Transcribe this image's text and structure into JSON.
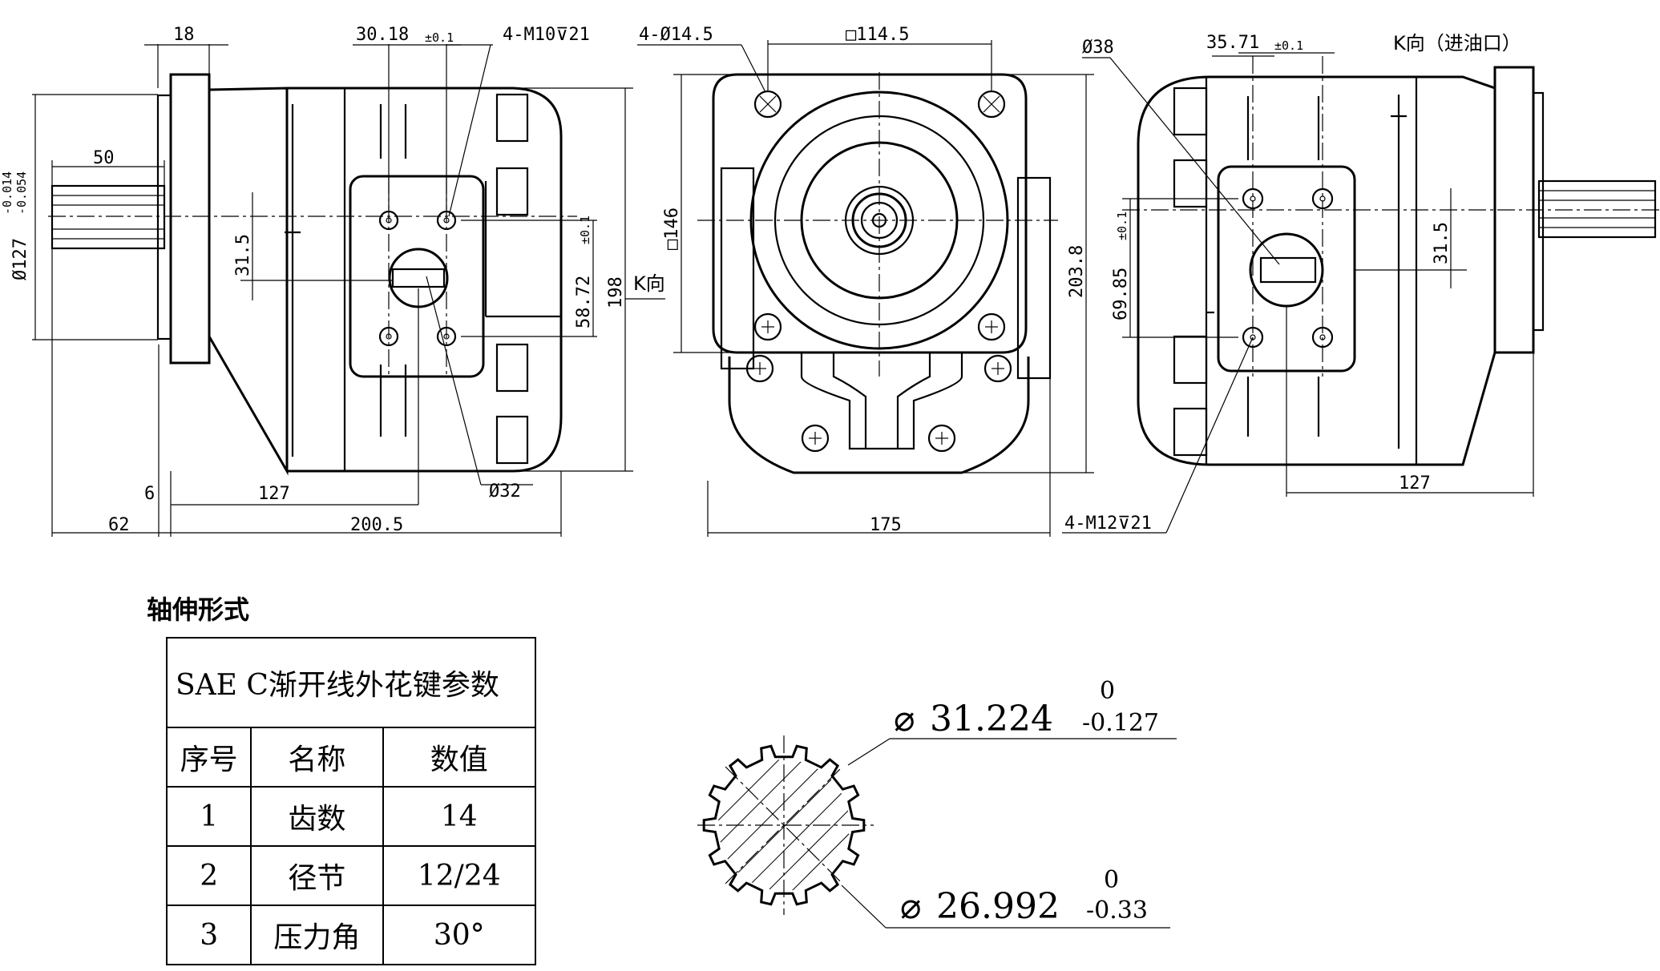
{
  "dims": {
    "d18": "18",
    "d30_18": "30.18",
    "tol_01": "±0.1",
    "m10": "4-M10",
    "depth21": "21",
    "d_phi127": "Ø127",
    "tol_127_upper": "-0.014",
    "tol_127_lower": "-0.054",
    "d50": "50",
    "d31_5": "31.5",
    "d58_72": "58.72",
    "d198": "198",
    "k_dir": "K向",
    "d6": "6",
    "d127": "127",
    "d62": "62",
    "d200_5": "200.5",
    "d_phi32": "Ø32",
    "holes_14_5": "4-Ø14.5",
    "sq114_5": "□114.5",
    "sq146": "□146",
    "d203_8": "203.8",
    "d175": "175",
    "m12": "4-M12",
    "d_phi38": "Ø38",
    "d35_71": "35.71",
    "k_inlet": "K向（进油口）",
    "d69_85": "69.85",
    "d127_right": "127",
    "d31_5_right": "31.5",
    "spline_od": "31.224",
    "spline_od_upper": "0",
    "spline_od_lower": "-0.127",
    "spline_id": "26.992",
    "spline_id_upper": "0",
    "spline_id_lower": "-0.33"
  },
  "spline_table": {
    "title": "轴伸形式",
    "caption": "SAE C渐开线外花键参数",
    "headers": [
      "序号",
      "名称",
      "数值"
    ],
    "rows": [
      [
        "1",
        "齿数",
        "14"
      ],
      [
        "2",
        "径节",
        "12/24"
      ],
      [
        "3",
        "压力角",
        "30°"
      ]
    ]
  }
}
